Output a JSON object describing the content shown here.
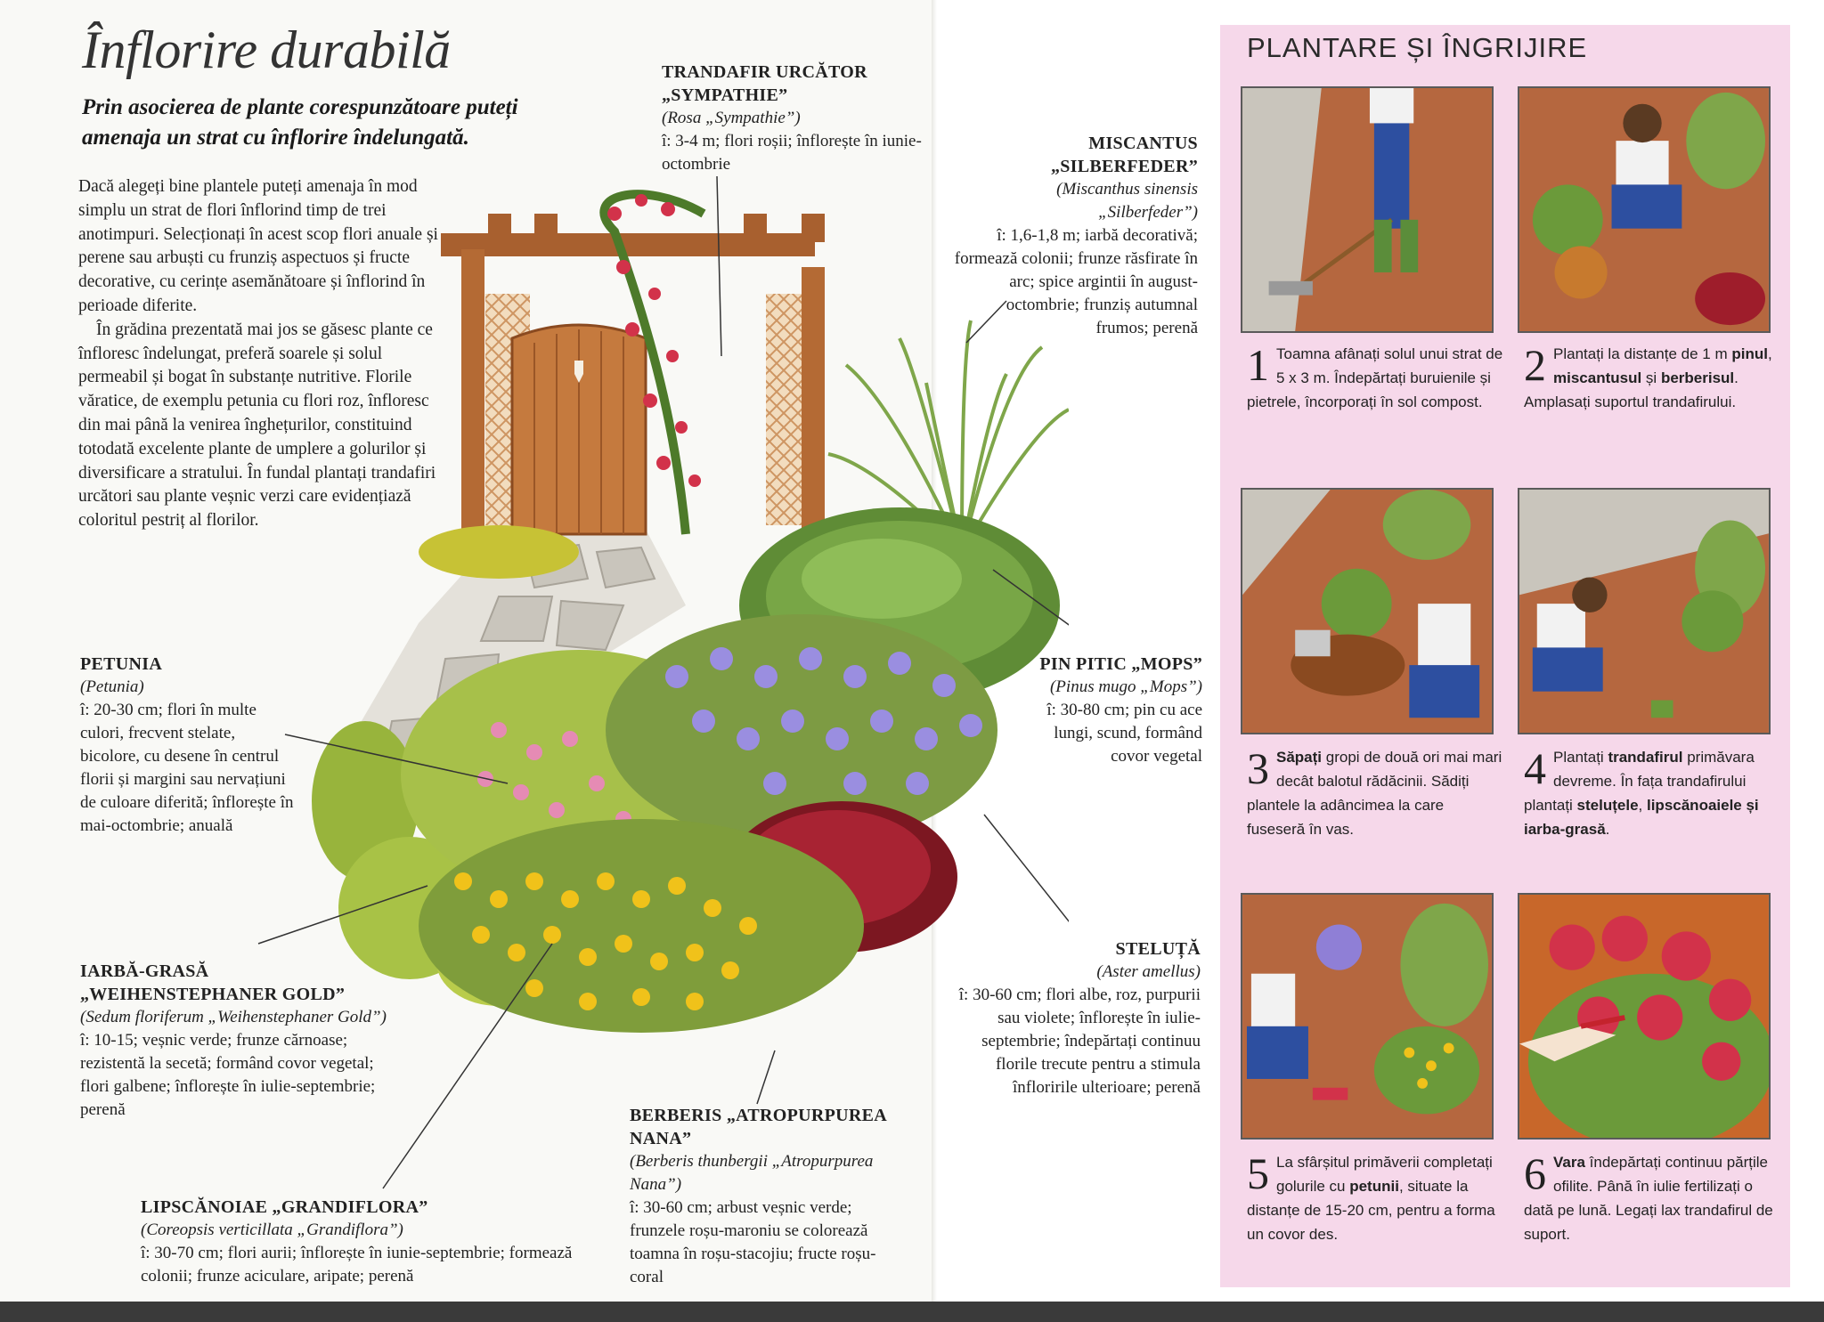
{
  "header": {
    "title": "Înflorire durabilă",
    "subtitle": "Prin asocierea de plante corespunzătoare puteți amenaja un strat cu înflorire îndelungată."
  },
  "intro": {
    "p1": "Dacă alegeți bine plantele puteți amenaja în mod simplu un strat de flori înflorind timp de trei anotimpuri. Selecționați în acest scop flori anuale și perene sau arbuști cu frunziș aspectuos și fructe decorative, cu cerințe asemănătoare și înflorind în perioade diferite.",
    "p2": "În grădina prezentată mai jos se găsesc plante ce înfloresc îndelungat, preferă soarele și solul permeabil și bogat în substanțe nutritive. Florile văratice, de exemplu petunia cu flori roz, înfloresc din mai până la venirea înghețurilor, constituind totodată excelente plante de umplere a golurilor și diversificare a stratului. În fundal plantați trandafiri urcători sau plante veșnic verzi care evidențiază coloritul pestriț al florilor."
  },
  "plants": {
    "trandafir": {
      "name": "TRANDAFIR URCĂTOR „SYMPATHIE”",
      "latin": "(Rosa „Sympathie”)",
      "desc": "î: 3-4 m; flori roșii; înflorește în iunie-octombrie"
    },
    "miscantus": {
      "name": "MISCANTUS „SILBERFEDER”",
      "latin": "(Miscanthus sinensis „Silberfeder”)",
      "desc": "î: 1,6-1,8 m; iarbă decorativă; formează colonii; frunze răsfirate în arc; spice argintii în august-octombrie; frunziș autumnal frumos; perenă"
    },
    "petunia": {
      "name": "PETUNIA",
      "latin": "(Petunia)",
      "desc": "î: 20-30 cm; flori în multe culori, frecvent stelate, bicolore, cu desene în centrul florii și margini sau nervațiuni de culoare diferită; înflorește în mai-octombrie; anuală"
    },
    "pin": {
      "name": "PIN PITIC „MOPS”",
      "latin": "(Pinus mugo „Mops”)",
      "desc": "î: 30-80 cm; pin cu ace lungi, scund, formând covor vegetal"
    },
    "steluta": {
      "name": "STELUȚĂ",
      "latin": "(Aster amellus)",
      "desc": "î: 30-60 cm; flori albe, roz, purpurii sau violete; înflorește în iulie-septembrie; îndepărtați continuu florile trecute pentru a stimula înfloririle ulterioare; perenă"
    },
    "iarba": {
      "name": "IARBĂ-GRASĂ „WEIHENSTEPHANER GOLD”",
      "latin": "(Sedum floriferum „Weihenstephaner Gold”)",
      "desc": "î: 10-15; veșnic verde; frunze cărnoase; rezistentă la secetă; formând covor vegetal; flori galbene; înflorește în iulie-septembrie; perenă"
    },
    "berberis": {
      "name": "BERBERIS „ATROPURPUREA NANA”",
      "latin": "(Berberis thunbergii „Atropurpurea Nana”)",
      "desc": "î: 30-60 cm; arbust veșnic verde; frunzele roșu-maroniu se colorează toamna în roșu-stacojiu; fructe roșu-coral"
    },
    "lipscanoiae": {
      "name": "LIPSCĂNOIAE „GRANDIFLORA”",
      "latin": "(Coreopsis verticillata „Grandiflora”)",
      "desc": "î: 30-70 cm; flori aurii; înflorește în iunie-septembrie; formează colonii; frunze aciculare, aripate; perenă"
    }
  },
  "care": {
    "title": "PLANTARE ȘI ÎNGRIJIRE",
    "steps": [
      {
        "num": "1",
        "parts": [
          "Toamna afânați solul unui strat de 5 x 3 m. Îndepărtați buruienile și pietrele, încorporați în sol compost."
        ]
      },
      {
        "num": "2",
        "parts": [
          "Plantați la distanțe de 1 m ",
          "pinul",
          ", ",
          "miscantusul",
          " și ",
          "berberisul",
          ". Amplasați suportul trandafirului."
        ]
      },
      {
        "num": "3",
        "parts": [
          "Săpați",
          " gropi de două ori mai mari decât balotul rădăcinii. Sădiți plantele la adâncimea la care fuseseră în vas."
        ]
      },
      {
        "num": "4",
        "parts": [
          "Plantați ",
          "trandafirul",
          " primăvara devreme. În fața trandafirului plantați ",
          "steluțele",
          ", ",
          "lipscănoaiele și iarba-grasă",
          "."
        ]
      },
      {
        "num": "5",
        "parts": [
          "La sfârșitul primăverii completați golurile cu ",
          "petunii",
          ", situate la distanțe de 15-20 cm, pentru a forma un covor des."
        ]
      },
      {
        "num": "6",
        "parts": [
          "Vara",
          " îndepărtați continuu părțile ofilite. Până în iulie fertilizați o dată pe lună. Legați lax trandafirul de suport."
        ]
      }
    ]
  },
  "colors": {
    "panel": "#f6d8ea",
    "soil": "#b5673f",
    "leaf": "#6b9a3a",
    "rose": "#d2324a",
    "aster": "#8f7fd6",
    "gold": "#f0c21a",
    "berberis": "#9e1d2b"
  }
}
